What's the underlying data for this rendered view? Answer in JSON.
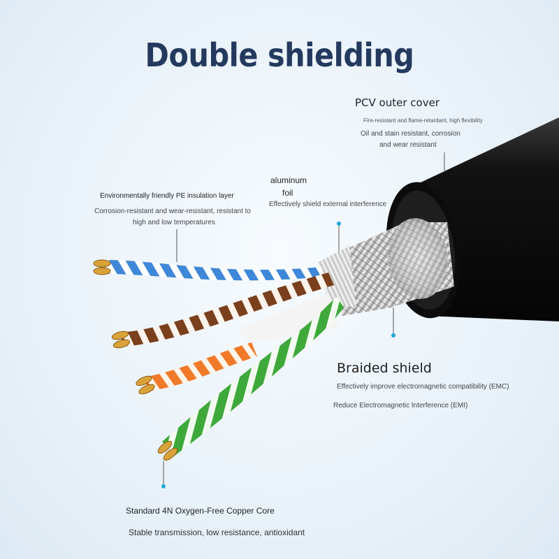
{
  "title": "Double shielding",
  "outer_cover": {
    "heading": "PCV outer cover",
    "line1": "Fire-resistant and flame-retardant, high flexibility",
    "line2": "Oil and stain resistant, corrosion",
    "line3": "and wear resistant"
  },
  "aluminum_foil": {
    "heading_line1": "aluminum",
    "heading_line2": "foil",
    "desc": "Effectively shield external interference"
  },
  "pe_layer": {
    "heading": "Environmentally friendly PE insulation layer",
    "line1": "Corrosion-resistant and wear-resistant, resistant to",
    "line2": "high and low temperatures"
  },
  "braided_shield": {
    "heading": "Braided shield",
    "line1": "Effectively improve electromagnetic compatibility (EMC)",
    "line2": "Reduce Electromagnetic Interference (EMI)"
  },
  "copper_core": {
    "heading": "Standard 4N Oxygen-Free Copper Core",
    "desc": "Stable transmission, low resistance, antioxidant"
  },
  "colors": {
    "title": "#24395e",
    "cable_jacket": "#151515",
    "pair_blue": "#3f87d8",
    "pair_brown": "#7a3f1c",
    "pair_orange": "#f07a2a",
    "pair_green": "#3ea93a",
    "copper": "#d9a33a",
    "callout_dot": "#1fa6d9"
  }
}
